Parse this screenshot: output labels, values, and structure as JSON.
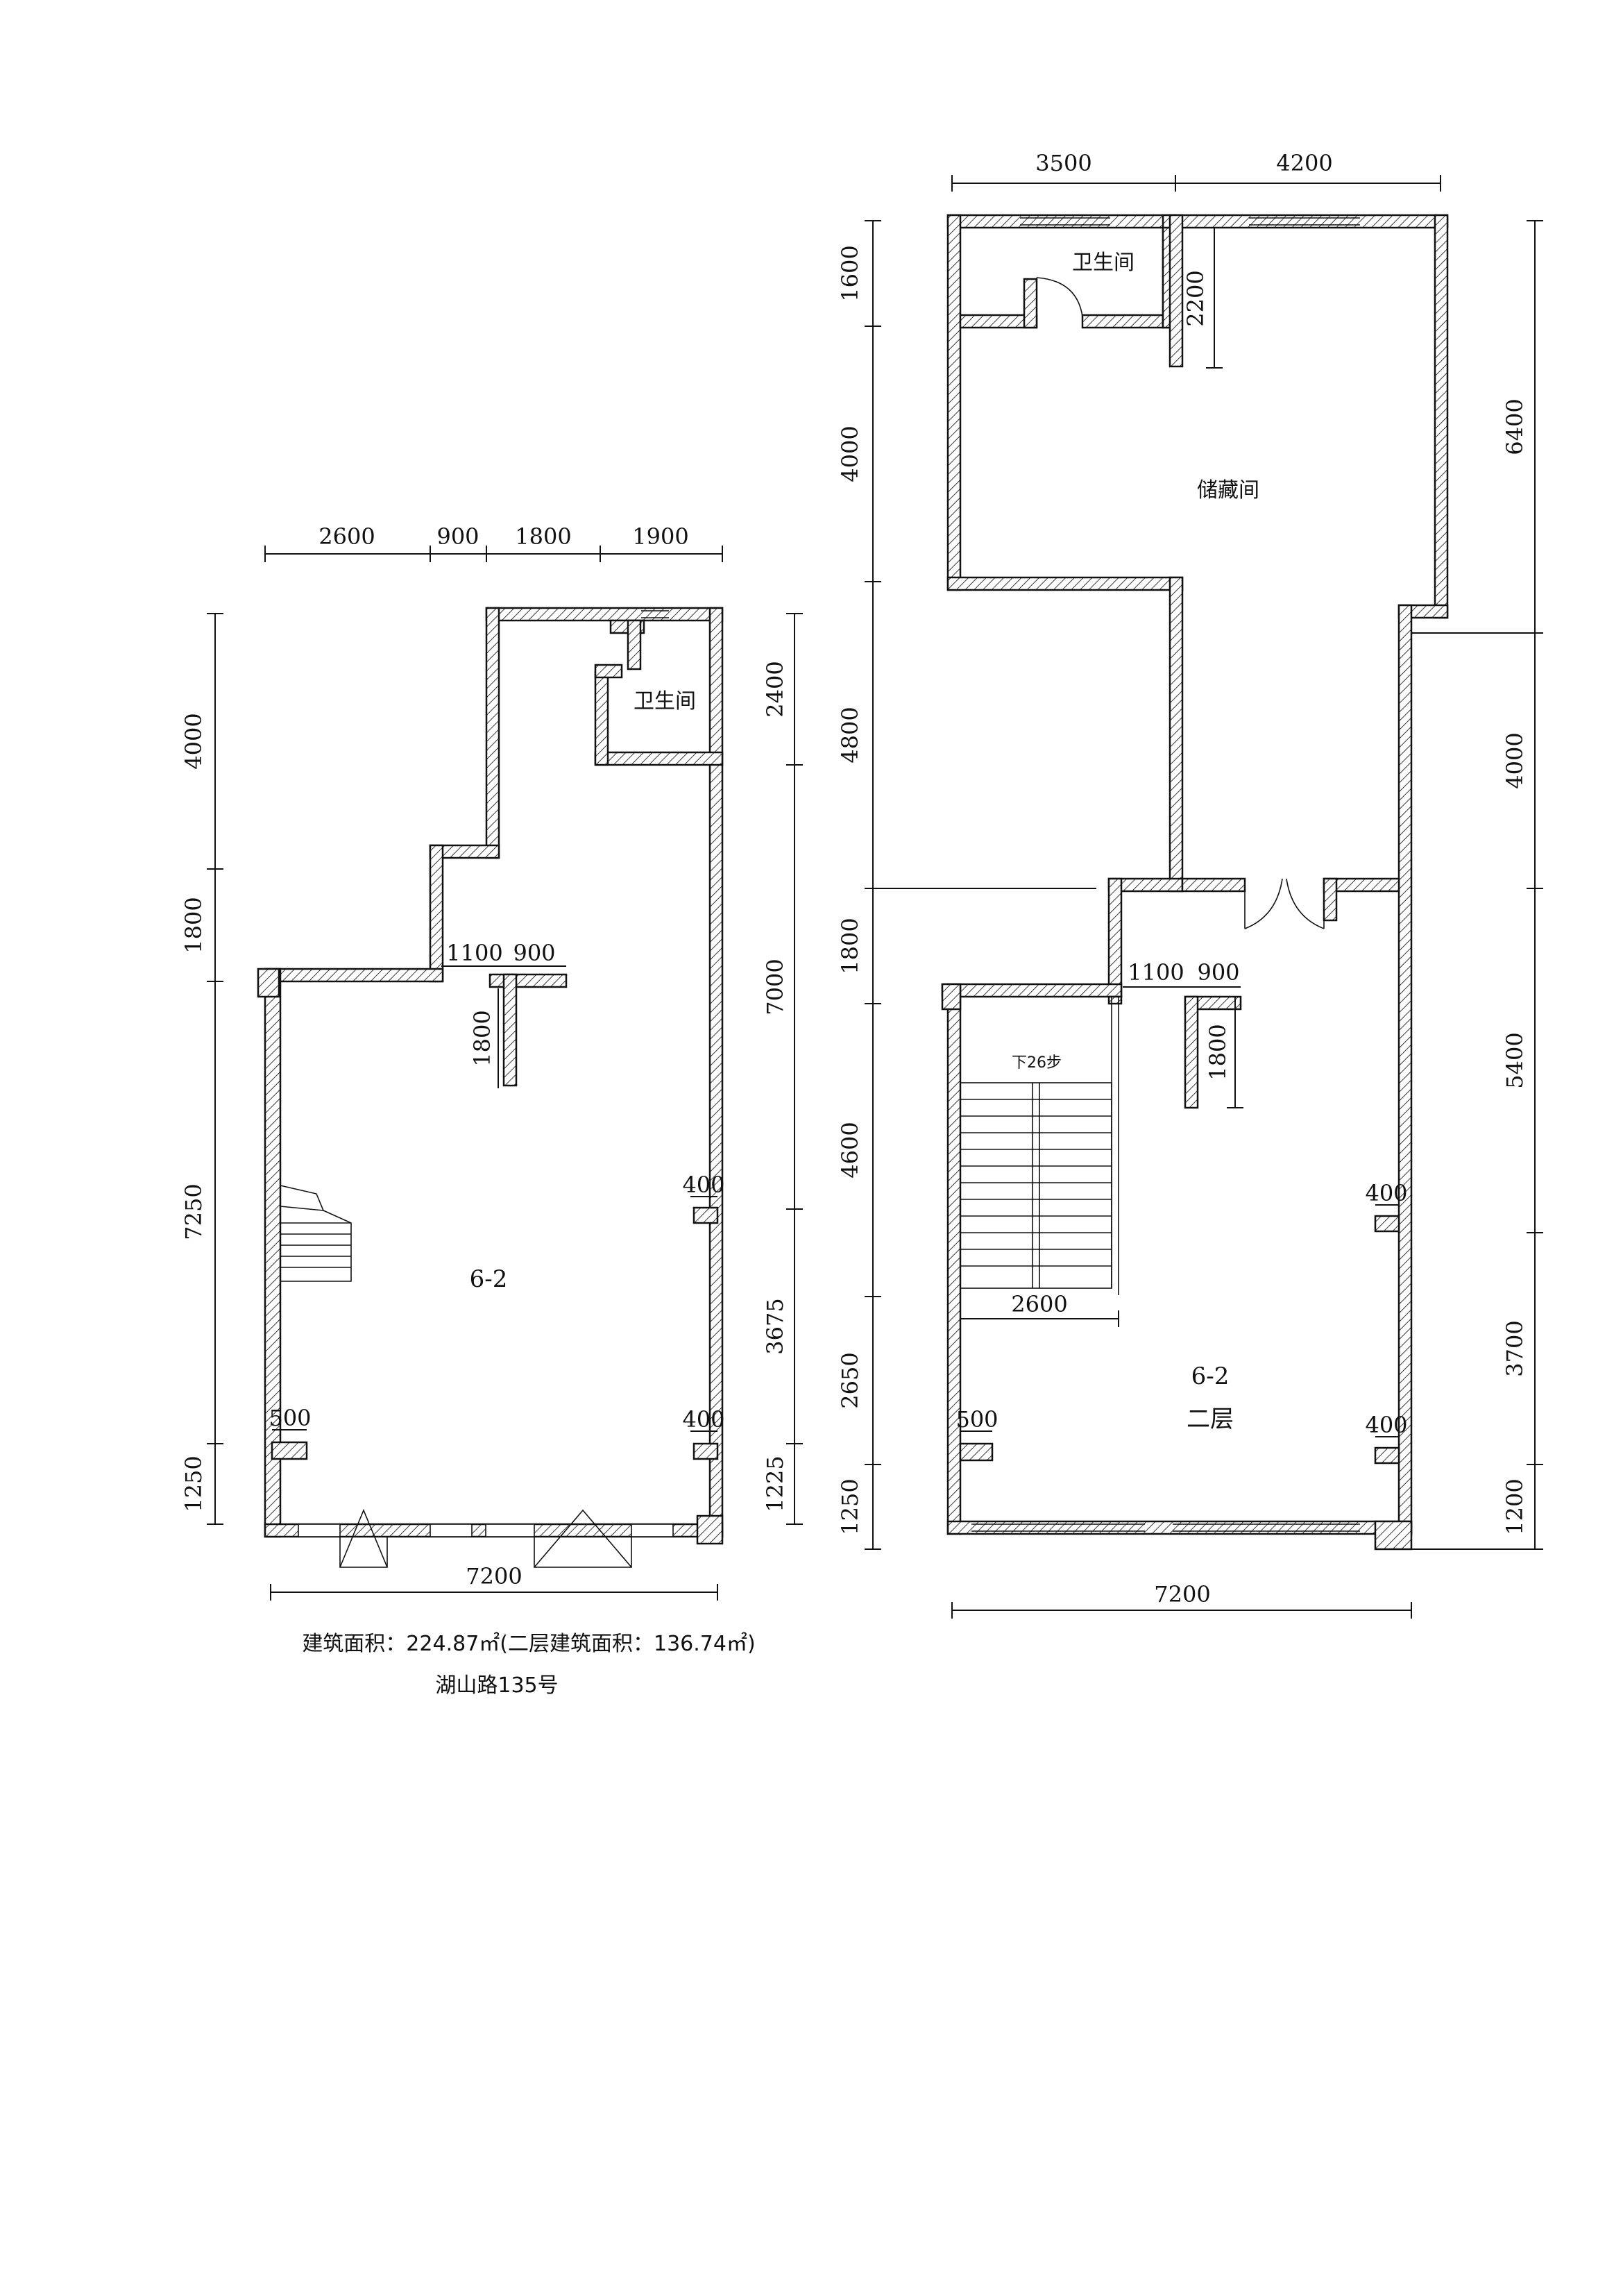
{
  "ground_floor": {
    "top_dims": [
      "2600",
      "900",
      "1800",
      "1900"
    ],
    "left_dims": [
      "4000",
      "1800",
      "7250",
      "1250"
    ],
    "right_dims": [
      "2400",
      "7000",
      "3675",
      "1225"
    ],
    "inner_dims": [
      "1100",
      "900",
      "1800"
    ],
    "pier_dims": [
      "400",
      "400",
      "500"
    ],
    "bottom_dim": "7200",
    "bathroom": "卫生间",
    "unit": "6-2",
    "area_caption": "建筑面积：224.87㎡(二层建筑面积：136.74㎡)",
    "address": "湖山路135号"
  },
  "second_floor": {
    "top_dims": [
      "3500",
      "4200"
    ],
    "left_dims": [
      "1600",
      "4000",
      "4800",
      "1800",
      "4600",
      "2650",
      "1250"
    ],
    "right_dims": [
      "6400",
      "4000",
      "5400",
      "3700",
      "1200"
    ],
    "inner_dims": [
      "2200",
      "1100",
      "900",
      "1800",
      "2600"
    ],
    "pier_dims": [
      "400",
      "400",
      "500"
    ],
    "bottom_dim": "7200",
    "bathroom": "卫生间",
    "storage": "储藏间",
    "stair_note": "下26步",
    "unit": "6-2",
    "floor_label": "二层"
  }
}
